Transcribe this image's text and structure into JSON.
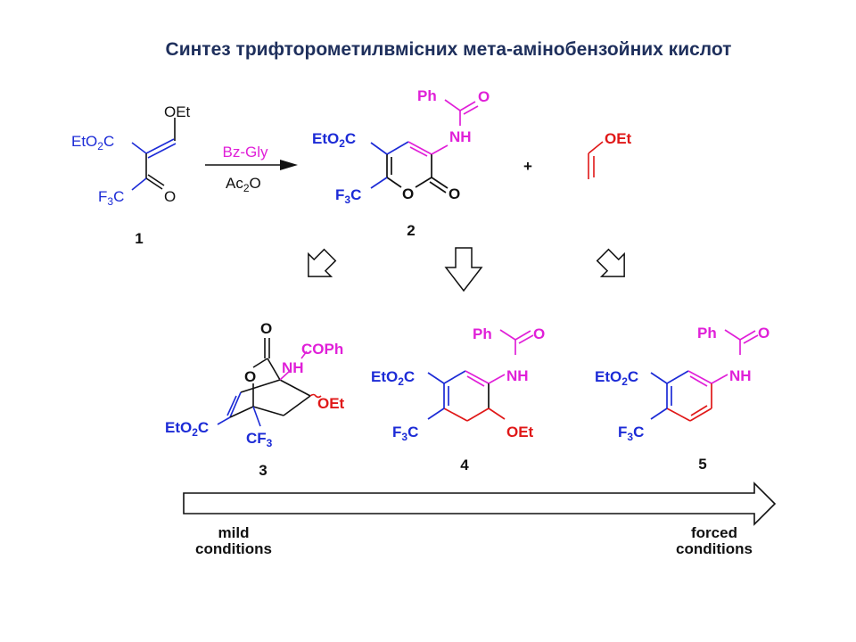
{
  "title": "Синтез трифторометилвмісних мета-амінобензойних кислот",
  "colors": {
    "title": "#1e2f5c",
    "blue": "#1c2bd6",
    "magenta": "#e020d8",
    "red": "#e01818",
    "black": "#111111"
  },
  "reagents": {
    "above_arrow": "Bz-Gly",
    "below_arrow_main": "Ac",
    "below_arrow_sub": "2",
    "below_arrow_tail": "O"
  },
  "plus": "+",
  "compounds": {
    "c1": {
      "number": "1",
      "oet": "OEt",
      "ester_main": "EtO",
      "ester_sub": "2",
      "ester_tail": "C",
      "cf3_main": "F",
      "cf3_sub": "3",
      "cf3_tail": "C",
      "ketone_o": "O"
    },
    "c2": {
      "number": "2",
      "ph": "Ph",
      "amide_o": "O",
      "nh": "NH",
      "ester_main": "EtO",
      "ester_sub": "2",
      "ester_tail": "C",
      "cf3_main": "F",
      "cf3_sub": "3",
      "cf3_tail": "C",
      "ring_o": "O",
      "lactone_o": "O"
    },
    "vinyl_ether": {
      "oet": "OEt"
    },
    "c3": {
      "number": "3",
      "lactone_o": "O",
      "bridge_o": "O",
      "cophh": "COPh",
      "nh": "NH",
      "oet": "OEt",
      "ester_main": "EtO",
      "ester_sub": "2",
      "ester_tail": "C",
      "cf3_main": "CF",
      "cf3_sub": "3"
    },
    "c4": {
      "number": "4",
      "ph": "Ph",
      "amide_o": "O",
      "nh": "NH",
      "ester_main": "EtO",
      "ester_sub": "2",
      "ester_tail": "C",
      "cf3_main": "F",
      "cf3_sub": "3",
      "cf3_tail": "C",
      "oet": "OEt"
    },
    "c5": {
      "number": "5",
      "ph": "Ph",
      "amide_o": "O",
      "nh": "NH",
      "ester_main": "EtO",
      "ester_sub": "2",
      "ester_tail": "C",
      "cf3_main": "F",
      "cf3_sub": "3",
      "cf3_tail": "C"
    }
  },
  "conditions": {
    "left_line1": "mild",
    "left_line2": "conditions",
    "right_line1": "forced",
    "right_line2": "conditions"
  }
}
